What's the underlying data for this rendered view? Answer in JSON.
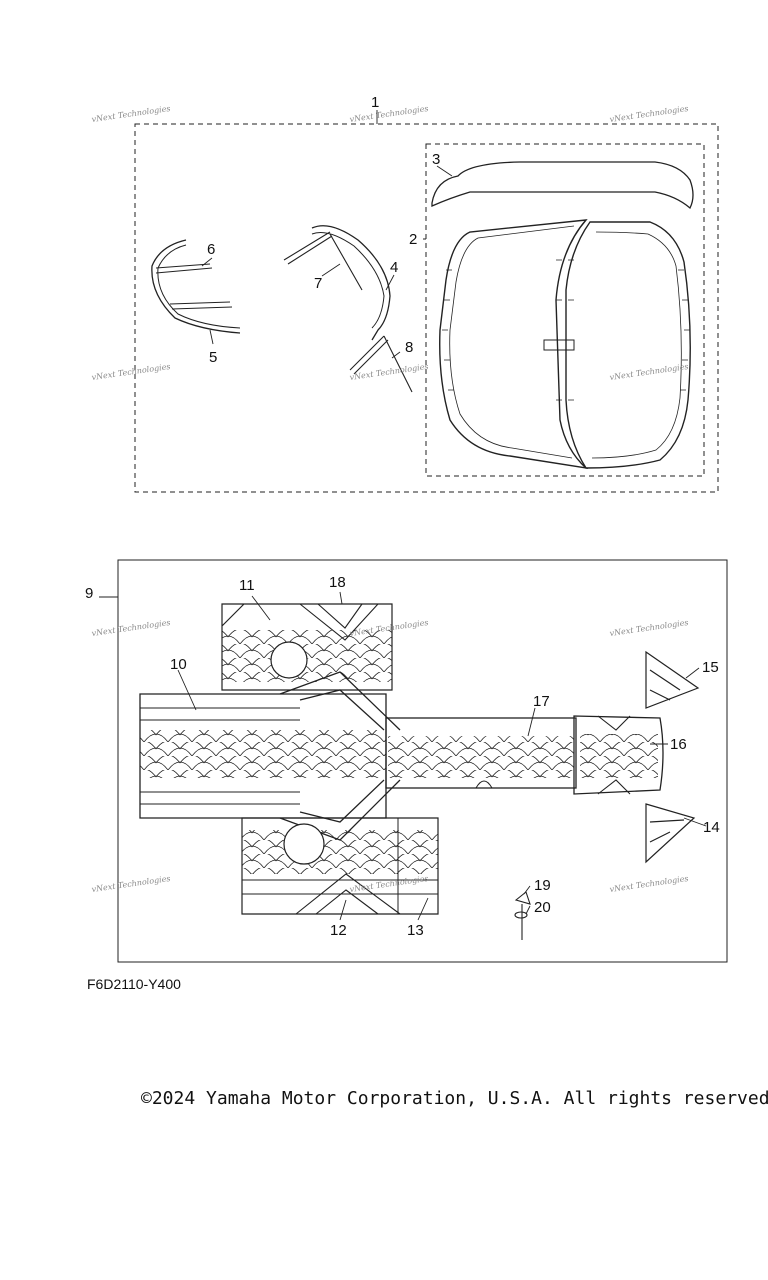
{
  "callouts": [
    "1",
    "2",
    "3",
    "4",
    "5",
    "6",
    "7",
    "8",
    "9",
    "10",
    "11",
    "12",
    "13",
    "14",
    "15",
    "16",
    "17",
    "18",
    "19",
    "20"
  ],
  "watermark": "vNext Technologies",
  "figure_code": "F6D2110-Y400",
  "copyright": "©2024 Yamaha Motor Corporation, U.S.A. All rights reserved."
}
